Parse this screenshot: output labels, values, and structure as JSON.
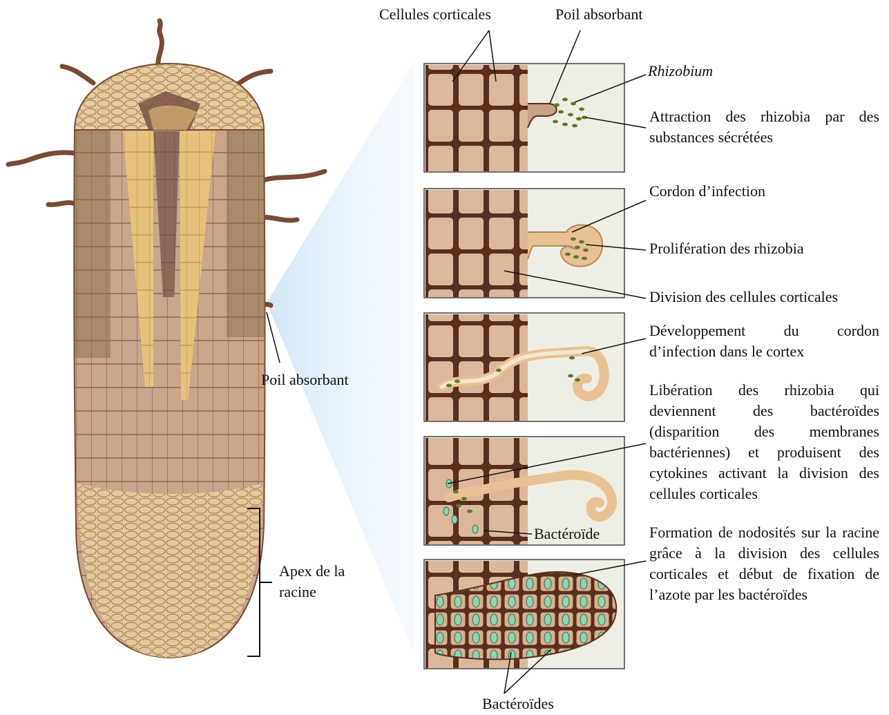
{
  "labels": {
    "cellules_corticales": "Cellules corticales",
    "poil_absorbant_top": "Poil absorbant",
    "rhizobium": "Rhizobium",
    "attraction": "Attraction des rhizobia par des substances sécrétées",
    "cordon_infection": "Cordon d’infection",
    "proliferation": "Prolifération des rhizobia",
    "division": "Division des cellules corticales",
    "developpement": "Développement du cordon d’infection dans le cortex",
    "liberation": "Libération des rhizobia qui deviennent des bactéroïdes (disparition des membranes bactériennes) et produisent des cytokines activant la division des cellules corticales",
    "bacteroide": "Bactéroïde",
    "formation": "Formation de nodosités sur la racine grâce à la division des cellules corticales et début de fixation de l’azote par les bactéroïdes",
    "bacteroides_bottom": "Bactéroïdes",
    "poil_absorbant_left": "Poil absorbant",
    "apex": "Apex de la racine"
  },
  "colors": {
    "cell_wall": "#5a2e1e",
    "cell_fill": "#c9a184",
    "root_fill": "#c9a48a",
    "stele": "#8a6a5a",
    "xylem": "#e6c07a",
    "cap": "#e3c89a",
    "soil": "#efeee4",
    "bacteria": "#5e7a2a",
    "bacteroid": "#8ed4b4",
    "highlight": "#cfe6f6"
  }
}
